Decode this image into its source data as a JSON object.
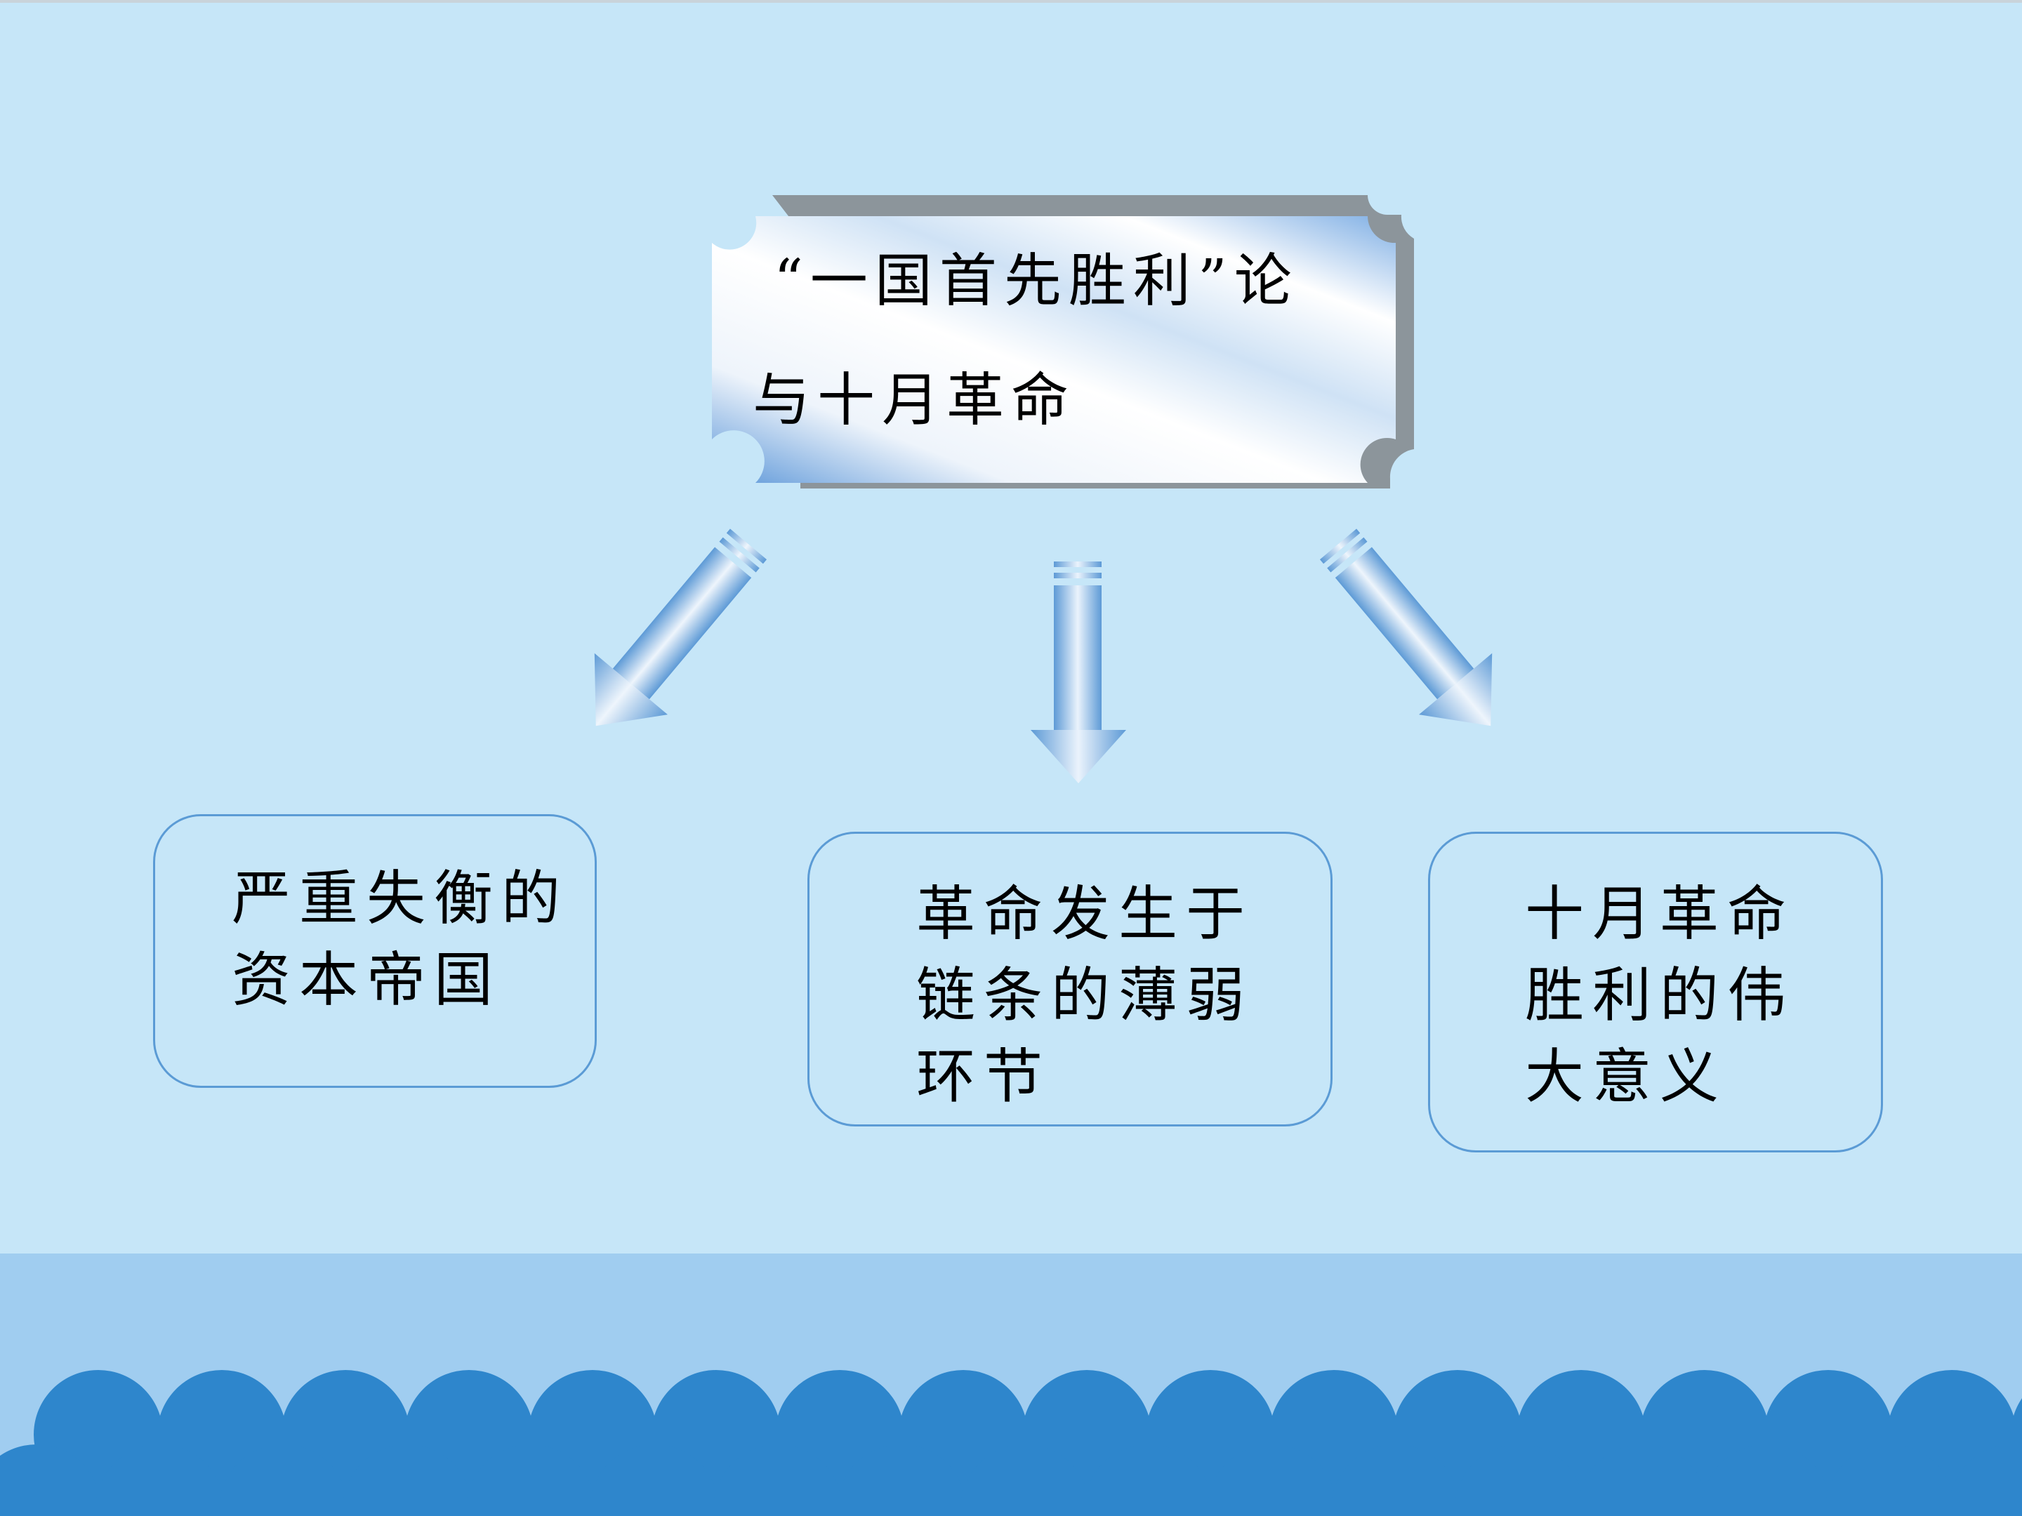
{
  "title": {
    "line1": "“一国首先胜利”论",
    "line2": "与十月革命"
  },
  "branches": [
    {
      "lines": [
        "严重失衡的",
        "资本帝国"
      ]
    },
    {
      "lines": [
        "革命发生于",
        "链条的薄弱",
        "环节"
      ]
    },
    {
      "lines": [
        "十月革命",
        "胜利的伟",
        "大意义"
      ]
    }
  ],
  "colors": {
    "background": "#c6e6f8",
    "footer_band": "#a0cdf0",
    "wave": "#2e86cc",
    "box_border": "#5b9bd5",
    "arrow": "#6aa4dc",
    "plaque_shadow": "#8c959b"
  }
}
